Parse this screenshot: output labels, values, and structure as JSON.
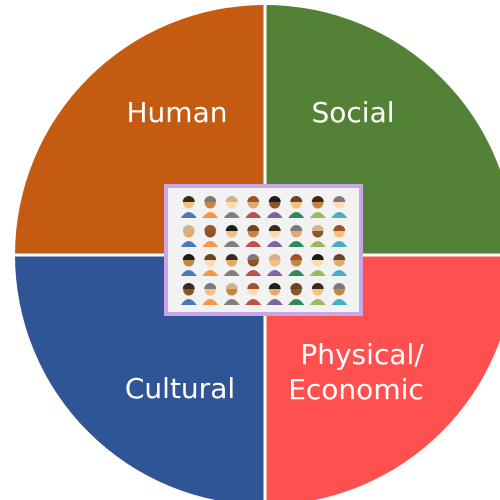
{
  "quadrants": [
    {
      "label": "Human",
      "color": "#c55a11"
    },
    {
      "label": "Social",
      "color": "#538135"
    },
    {
      "label": "Cultural",
      "color": "#2f5597"
    },
    {
      "label": "Physical/",
      "label_line2": "Economic",
      "color": "#ff5050"
    }
  ],
  "center_image": {
    "frame_color": "#c9a6e8",
    "background_color": "#f2f2f2",
    "icon_name": "people-avatars-grid-icon"
  },
  "divider_color": "#ffffff"
}
